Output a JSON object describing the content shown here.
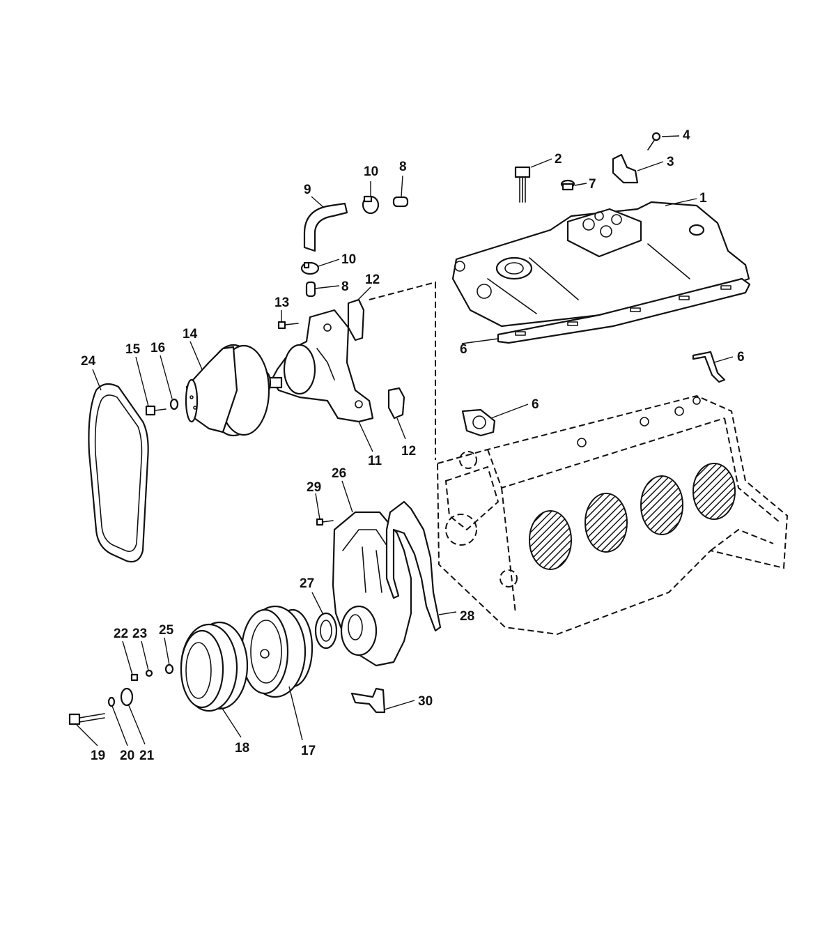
{
  "diagram": {
    "callouts": {
      "c1": "1",
      "c2": "2",
      "c3": "3",
      "c4": "4",
      "c6a": "6",
      "c6b": "6",
      "c6c": "6",
      "c7": "7",
      "c8a": "8",
      "c8b": "8",
      "c9": "9",
      "c10a": "10",
      "c10b": "10",
      "c11": "11",
      "c12a": "12",
      "c12b": "12",
      "c13": "13",
      "c14": "14",
      "c15": "15",
      "c16": "16",
      "c17": "17",
      "c18": "18",
      "c19": "19",
      "c20": "20",
      "c21": "21",
      "c22": "22",
      "c23": "23",
      "c24": "24",
      "c25": "25",
      "c26": "26",
      "c27": "27",
      "c28": "28",
      "c29": "29",
      "c30": "30"
    }
  }
}
